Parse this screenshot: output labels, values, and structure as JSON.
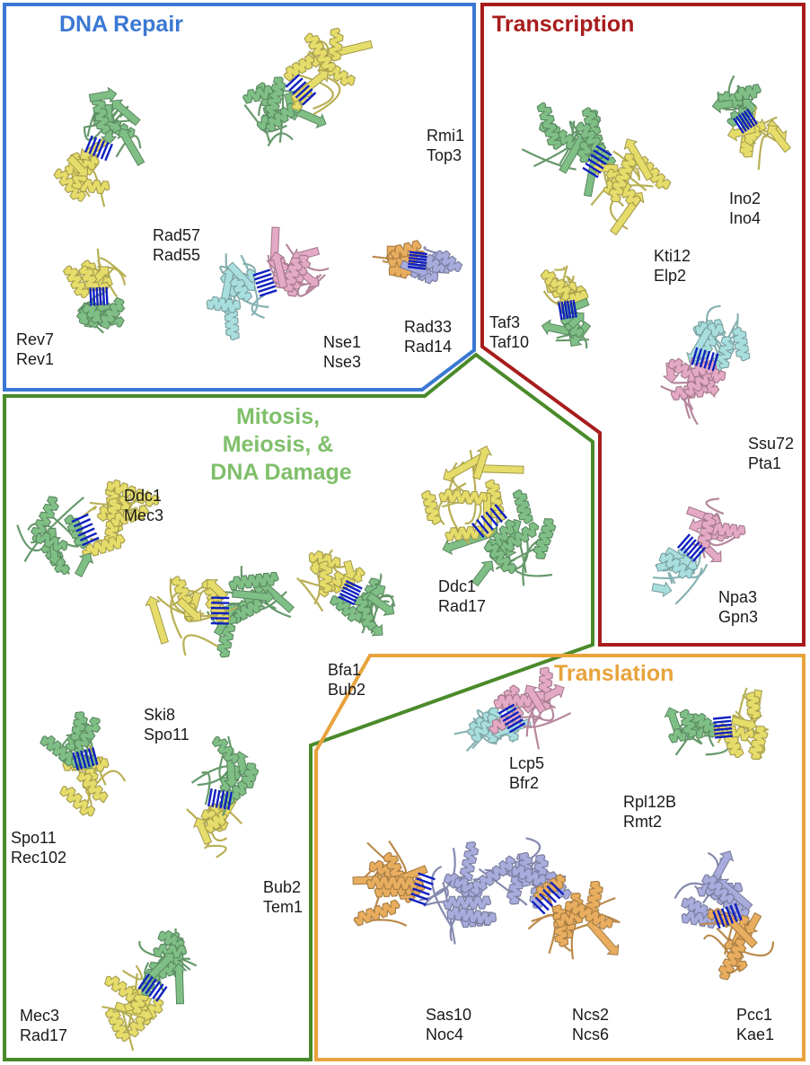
{
  "colors": {
    "dna_repair": "#3a78d4",
    "transcription": "#a81c1c",
    "mitosis": "#4a8a2a",
    "mitosis_title": "#7fbf6a",
    "translation": "#e8a33c",
    "crosslink": "#1020c0",
    "protein_green": "#7fbf86",
    "protein_yellow": "#e6dc6a",
    "protein_cyan": "#a9dede",
    "protein_pink": "#e4a9c4",
    "protein_lavender": "#a8acdc",
    "protein_orange": "#e8ad5e"
  },
  "sections": {
    "dna_repair": {
      "title": "DNA Repair"
    },
    "transcription": {
      "title": "Transcription"
    },
    "mitosis": {
      "title_lines": [
        "Mitosis,",
        "Meiosis, &",
        "DNA Damage"
      ]
    },
    "translation": {
      "title": "Translation"
    }
  },
  "complexes": [
    {
      "id": "rev1-rev7",
      "names": [
        "Rev7",
        "Rev1"
      ],
      "colors": [
        "protein_green",
        "protein_yellow"
      ]
    },
    {
      "id": "rad55-rad57",
      "names": [
        "Rad57",
        "Rad55"
      ],
      "colors": [
        "protein_yellow",
        "protein_green"
      ]
    },
    {
      "id": "rmi1-top3",
      "names": [
        "Rmi1",
        "Top3"
      ],
      "colors": [
        "protein_green",
        "protein_yellow"
      ]
    },
    {
      "id": "nse1-nse3",
      "names": [
        "Nse1",
        "Nse3"
      ],
      "colors": [
        "protein_cyan",
        "protein_pink"
      ]
    },
    {
      "id": "rad33-rad14",
      "names": [
        "Rad33",
        "Rad14"
      ],
      "colors": [
        "protein_orange",
        "protein_lavender"
      ]
    },
    {
      "id": "kti12-elp2",
      "names": [
        "Kti12",
        "Elp2"
      ],
      "colors": [
        "protein_green",
        "protein_yellow"
      ]
    },
    {
      "id": "ino2-ino4",
      "names": [
        "Ino2",
        "Ino4"
      ],
      "colors": [
        "protein_green",
        "protein_yellow"
      ]
    },
    {
      "id": "taf3-taf10",
      "names": [
        "Taf3",
        "Taf10"
      ],
      "colors": [
        "protein_yellow",
        "protein_green"
      ]
    },
    {
      "id": "ssu72-pta1",
      "names": [
        "Ssu72",
        "Pta1"
      ],
      "colors": [
        "protein_cyan",
        "protein_pink"
      ]
    },
    {
      "id": "npa3-gpn3",
      "names": [
        "Npa3",
        "Gpn3"
      ],
      "colors": [
        "protein_pink",
        "protein_cyan"
      ]
    },
    {
      "id": "ddc1-mec3",
      "names": [
        "Ddc1",
        "Mec3"
      ],
      "colors": [
        "protein_yellow",
        "protein_green"
      ]
    },
    {
      "id": "ski8-spo11",
      "names": [
        "Ski8",
        "Spo11"
      ],
      "colors": [
        "protein_green",
        "protein_yellow"
      ]
    },
    {
      "id": "bfa1-bub2",
      "names": [
        "Bfa1",
        "Bub2"
      ],
      "colors": [
        "protein_green",
        "protein_yellow"
      ]
    },
    {
      "id": "ddc1-rad17",
      "names": [
        "Ddc1",
        "Rad17"
      ],
      "colors": [
        "protein_green",
        "protein_yellow"
      ]
    },
    {
      "id": "spo11-rec102",
      "names": [
        "Spo11",
        "Rec102"
      ],
      "colors": [
        "protein_yellow",
        "protein_green"
      ]
    },
    {
      "id": "bub2-tem1",
      "names": [
        "Bub2",
        "Tem1"
      ],
      "colors": [
        "protein_yellow",
        "protein_green"
      ]
    },
    {
      "id": "mec3-rad17",
      "names": [
        "Mec3",
        "Rad17"
      ],
      "colors": [
        "protein_yellow",
        "protein_green"
      ]
    },
    {
      "id": "lcp5-bfr2",
      "names": [
        "Lcp5",
        "Bfr2"
      ],
      "colors": [
        "protein_cyan",
        "protein_pink"
      ]
    },
    {
      "id": "rpl12b-rmt2",
      "names": [
        "Rpl12B",
        "Rmt2"
      ],
      "colors": [
        "protein_green",
        "protein_yellow"
      ]
    },
    {
      "id": "sas10-noc4",
      "names": [
        "Sas10",
        "Noc4"
      ],
      "colors": [
        "protein_orange",
        "protein_lavender"
      ]
    },
    {
      "id": "ncs2-ncs6",
      "names": [
        "Ncs2",
        "Ncs6"
      ],
      "colors": [
        "protein_lavender",
        "protein_orange"
      ]
    },
    {
      "id": "pcc1-kae1",
      "names": [
        "Pcc1",
        "Kae1"
      ],
      "colors": [
        "protein_lavender",
        "protein_orange"
      ]
    }
  ]
}
